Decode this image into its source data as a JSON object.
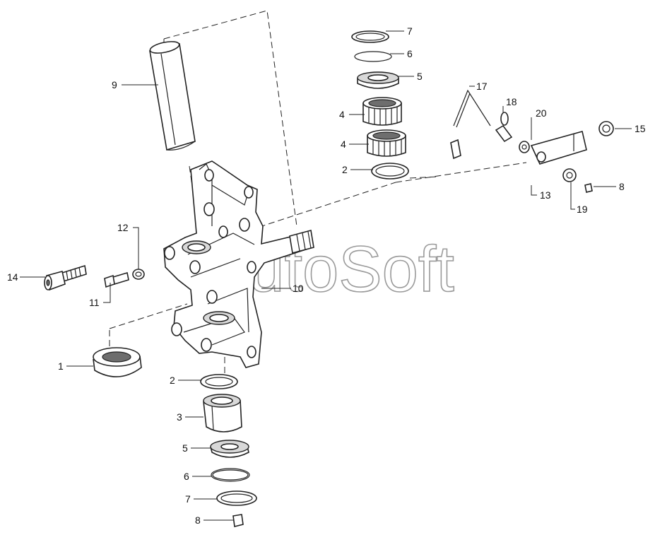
{
  "watermark": "AutoSoft",
  "callouts": [
    {
      "id": "c7a",
      "label": "7"
    },
    {
      "id": "c6a",
      "label": "6"
    },
    {
      "id": "c5a",
      "label": "5"
    },
    {
      "id": "c4a",
      "label": "4"
    },
    {
      "id": "c4b",
      "label": "4"
    },
    {
      "id": "c2a",
      "label": "2"
    },
    {
      "id": "c9",
      "label": "9"
    },
    {
      "id": "c17",
      "label": "17"
    },
    {
      "id": "c18",
      "label": "18"
    },
    {
      "id": "c20",
      "label": "20"
    },
    {
      "id": "c15",
      "label": "15"
    },
    {
      "id": "c13",
      "label": "13"
    },
    {
      "id": "c8a",
      "label": "8"
    },
    {
      "id": "c19",
      "label": "19"
    },
    {
      "id": "c12",
      "label": "12"
    },
    {
      "id": "c14",
      "label": "14"
    },
    {
      "id": "c11",
      "label": "11"
    },
    {
      "id": "c10",
      "label": "10"
    },
    {
      "id": "c1",
      "label": "1"
    },
    {
      "id": "c2b",
      "label": "2"
    },
    {
      "id": "c3",
      "label": "3"
    },
    {
      "id": "c5b",
      "label": "5"
    },
    {
      "id": "c6b",
      "label": "6"
    },
    {
      "id": "c7b",
      "label": "7"
    },
    {
      "id": "c8b",
      "label": "8"
    }
  ]
}
